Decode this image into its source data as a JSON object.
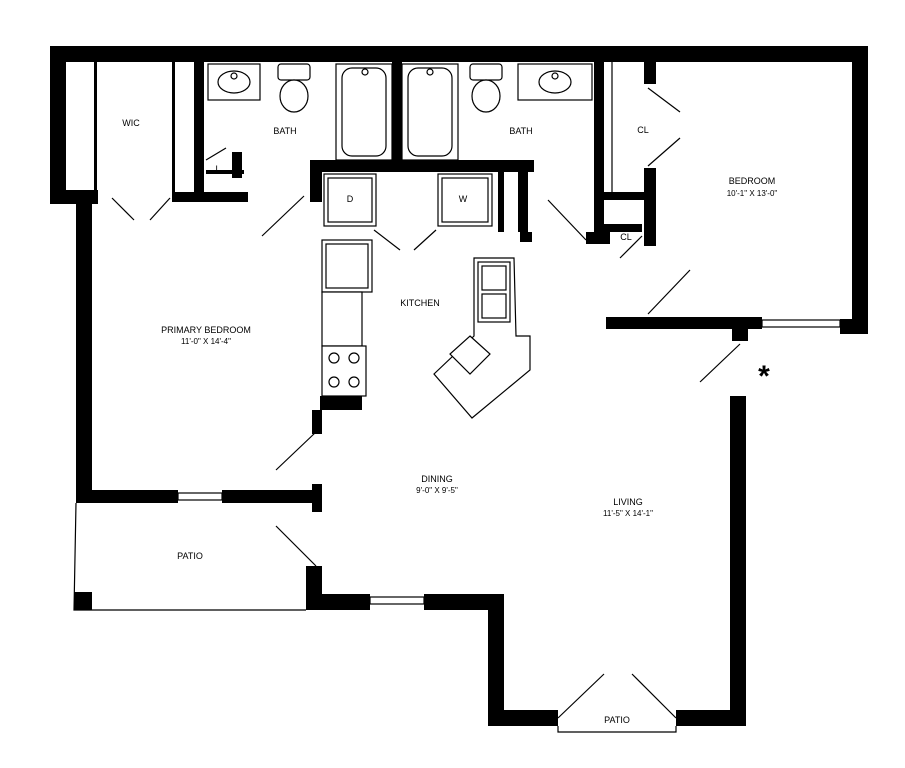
{
  "plan": {
    "wic": "WIC",
    "bath_left": "BATH",
    "bath_right": "BATH",
    "linen": "L",
    "dryer": "D",
    "washer": "W",
    "closet_top": "CL",
    "closet_small": "CL",
    "kitchen": "KITCHEN",
    "primary_bedroom": {
      "name": "PRIMARY BEDROOM",
      "size": "11'-0\" X 14'-4\""
    },
    "bedroom": {
      "name": "BEDROOM",
      "size": "10'-1\" X 13'-0\""
    },
    "dining": {
      "name": "DINING",
      "size": "9'-0\" X 9'-5\""
    },
    "living": {
      "name": "LIVING",
      "size": "11'-5\" X 14'-1\""
    },
    "patio_left": "PATIO",
    "patio_bottom": "PATIO",
    "entry_marker": "*"
  }
}
